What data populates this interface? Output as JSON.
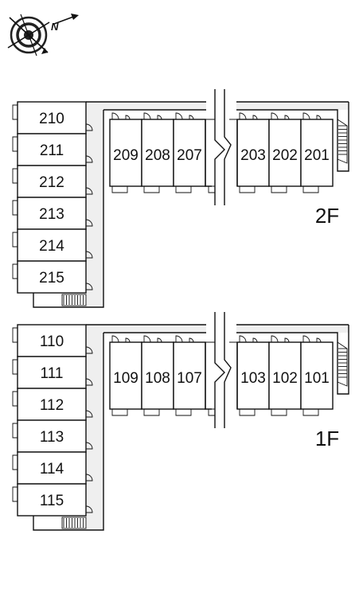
{
  "compass": {
    "label": "N"
  },
  "floors": [
    {
      "id": "2F",
      "label": "2F",
      "left_column_units": [
        "210",
        "211",
        "212",
        "213",
        "214",
        "215"
      ],
      "top_row_units": [
        "209",
        "208",
        "207",
        "203",
        "202",
        "201"
      ]
    },
    {
      "id": "1F",
      "label": "1F",
      "left_column_units": [
        "110",
        "111",
        "112",
        "113",
        "114",
        "115"
      ],
      "top_row_units": [
        "109",
        "108",
        "107",
        "103",
        "102",
        "101"
      ]
    }
  ]
}
